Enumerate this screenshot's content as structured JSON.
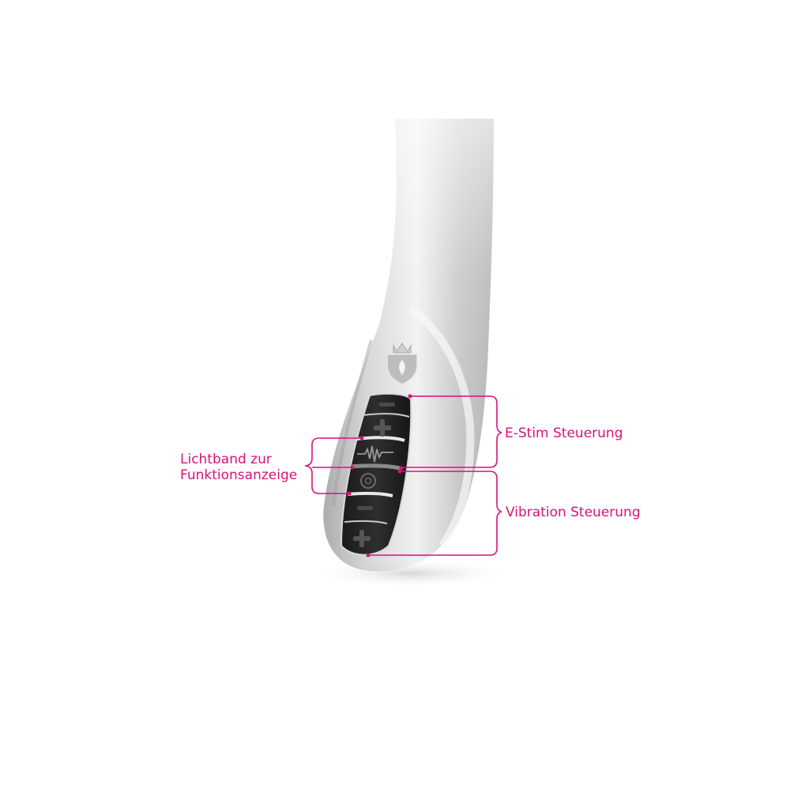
{
  "accent_color": "#d6127a",
  "labels": {
    "lichtband_line1": "Lichtband zur",
    "lichtband_line2": "Funktionsanzeige",
    "estim": "E-Stim Steuerung",
    "vibration": "Vibration Steuerung"
  },
  "buttons": [
    {
      "icon": "minus-icon",
      "group": "E-Stim Steuerung"
    },
    {
      "icon": "plus-icon",
      "group": "E-Stim Steuerung"
    },
    {
      "icon": "waveform-icon",
      "group": "E-Stim Steuerung"
    },
    {
      "icon": "power-icon",
      "group": "Vibration Steuerung"
    },
    {
      "icon": "minus-icon",
      "group": "Vibration Steuerung"
    },
    {
      "icon": "plus-icon",
      "group": "Vibration Steuerung"
    }
  ],
  "logo": "crown-shield-fleur-de-lis-logo"
}
